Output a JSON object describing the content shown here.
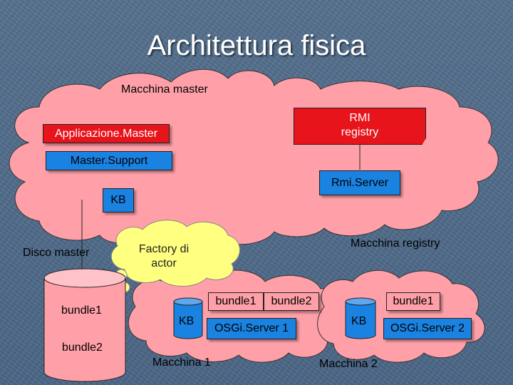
{
  "slide": {
    "title": "Architettura fisica",
    "macchina_master": "Macchina master",
    "rmi_registry": "RMI\nregistry",
    "applicazione_master": "Applicazione.Master",
    "master_support": "Master.Support",
    "rmi_server": "Rmi.Server",
    "kb_master": "KB",
    "disco_master": "Disco master",
    "factory": "Factory di\nactor",
    "macchina_registry": "Macchina registry",
    "disk_bundle1": "bundle1",
    "disk_bundle2": "bundle2",
    "m1_bundle1": "bundle1",
    "m1_bundle2": "bundle2",
    "m1_kb": "KB",
    "m1_osgi": "OSGi.Server 1",
    "macchina1": "Macchina 1",
    "m2_bundle1": "bundle1",
    "m2_kb": "KB",
    "m2_osgi": "OSGi.Server 2",
    "macchina2": "Macchina 2"
  },
  "colors": {
    "background": "#4f6b8c",
    "cloud": "#ffa0a8",
    "red": "#e8141b",
    "blue": "#1a82e0",
    "factory_cloud": "#ffff80"
  }
}
